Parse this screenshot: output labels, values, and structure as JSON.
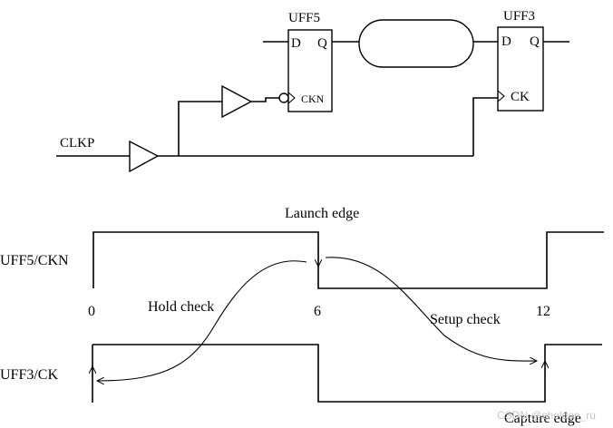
{
  "circuit": {
    "ff_launch": {
      "name": "UFF5",
      "d": "D",
      "q": "Q",
      "clk": "CKN"
    },
    "ff_capture": {
      "name": "UFF3",
      "d": "D",
      "q": "Q",
      "clk": "CK"
    },
    "clock_input": "CLKP"
  },
  "timing": {
    "launch_edge_label": "Launch edge",
    "capture_edge_label": "Capture edge",
    "hold_label": "Hold check",
    "setup_label": "Setup check",
    "signal_launch": "UFF5/CKN",
    "signal_capture": "UFF3/CK",
    "ticks": [
      "0",
      "6",
      "12"
    ]
  },
  "watermark": "CSDN @sheldon_ru"
}
